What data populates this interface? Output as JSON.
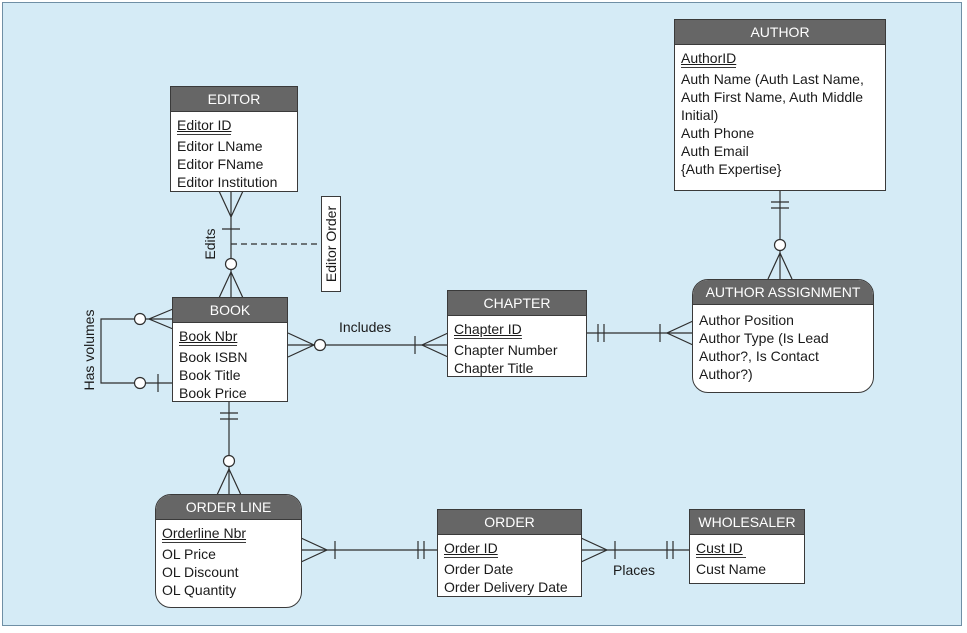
{
  "colors": {
    "background": "#d5ebf6",
    "header": "#666666",
    "line": "#2e2e2e"
  },
  "entities": {
    "editor": {
      "title": "EDITOR",
      "pk": "Editor ID",
      "attrs": [
        "Editor LName",
        "Editor FName",
        "Editor Institution"
      ]
    },
    "author": {
      "title": "AUTHOR",
      "pk": "AuthorID",
      "attrs": [
        "Auth Name (Auth Last Name, Auth First Name, Auth Middle Initial)",
        "Auth Phone",
        "Auth Email",
        "{Auth Expertise}"
      ]
    },
    "book": {
      "title": "BOOK",
      "pk": "Book Nbr",
      "attrs": [
        "Book ISBN",
        "Book Title",
        "Book Price"
      ]
    },
    "chapter": {
      "title": "CHAPTER",
      "pk": "Chapter ID",
      "attrs": [
        "Chapter Number",
        "Chapter Title"
      ]
    },
    "author_assignment": {
      "title": "AUTHOR ASSIGNMENT",
      "attrs": [
        "Author Position",
        "Author Type (Is Lead Author?, Is Contact Author?)"
      ]
    },
    "order_line": {
      "title": "ORDER LINE",
      "pk": "Orderline Nbr",
      "attrs": [
        "OL Price",
        "OL Discount",
        "OL Quantity"
      ]
    },
    "order": {
      "title": "ORDER",
      "pk": "Order ID",
      "attrs": [
        "Order Date",
        "Order Delivery Date"
      ]
    },
    "wholesaler": {
      "title": "WHOLESALER",
      "pk": "Cust ID",
      "attrs": [
        "Cust Name"
      ]
    }
  },
  "relationships": {
    "edits": "Edits",
    "editor_order": "Editor Order",
    "includes": "Includes",
    "has_volumes": "Has volumes",
    "places": "Places"
  }
}
